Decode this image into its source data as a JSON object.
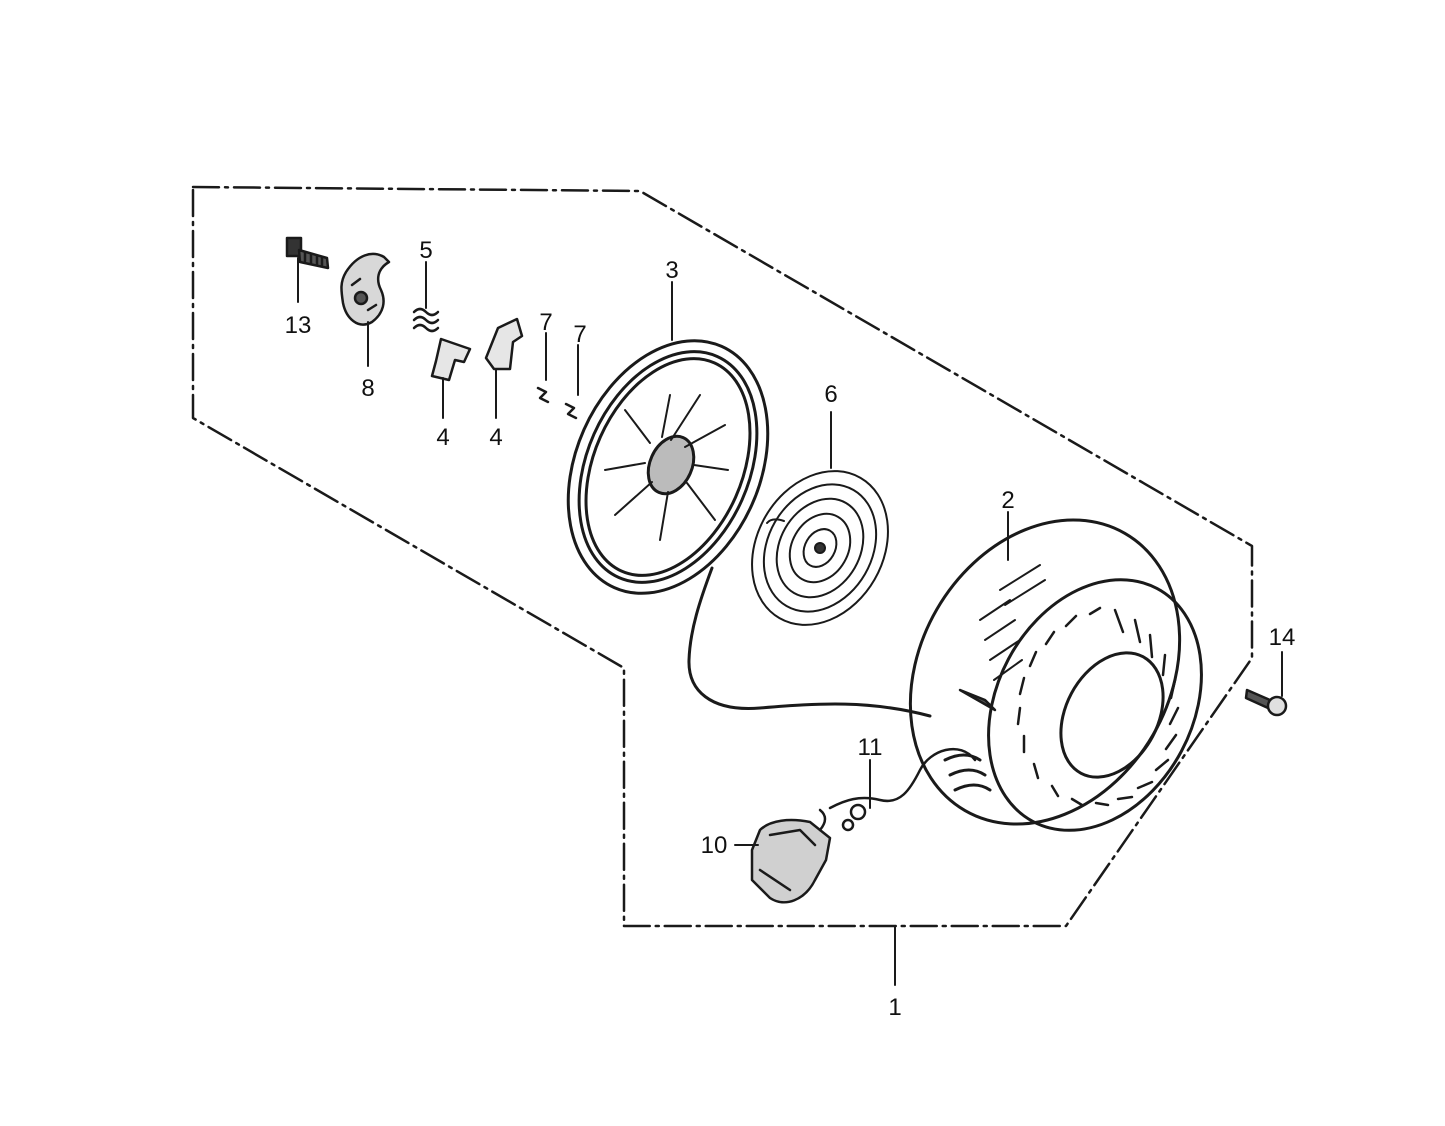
{
  "callouts": [
    {
      "id": "c13",
      "text": "13",
      "part": "flange-bolt"
    },
    {
      "id": "c8",
      "text": "8",
      "part": "friction-plate"
    },
    {
      "id": "c5",
      "text": "5",
      "part": "friction-spring"
    },
    {
      "id": "c4a",
      "text": "4",
      "part": "ratchet"
    },
    {
      "id": "c4b",
      "text": "4",
      "part": "ratchet"
    },
    {
      "id": "c7a",
      "text": "7",
      "part": "ratchet-spring"
    },
    {
      "id": "c7b",
      "text": "7",
      "part": "ratchet-spring"
    },
    {
      "id": "c3",
      "text": "3",
      "part": "reel"
    },
    {
      "id": "c6",
      "text": "6",
      "part": "recoil-spring"
    },
    {
      "id": "c2",
      "text": "2",
      "part": "starter-case"
    },
    {
      "id": "c14",
      "text": "14",
      "part": "flange-bolt"
    },
    {
      "id": "c11",
      "text": "11",
      "part": "rope"
    },
    {
      "id": "c10",
      "text": "10",
      "part": "knob"
    },
    {
      "id": "c1",
      "text": "1",
      "part": "recoil-starter-assy"
    }
  ]
}
